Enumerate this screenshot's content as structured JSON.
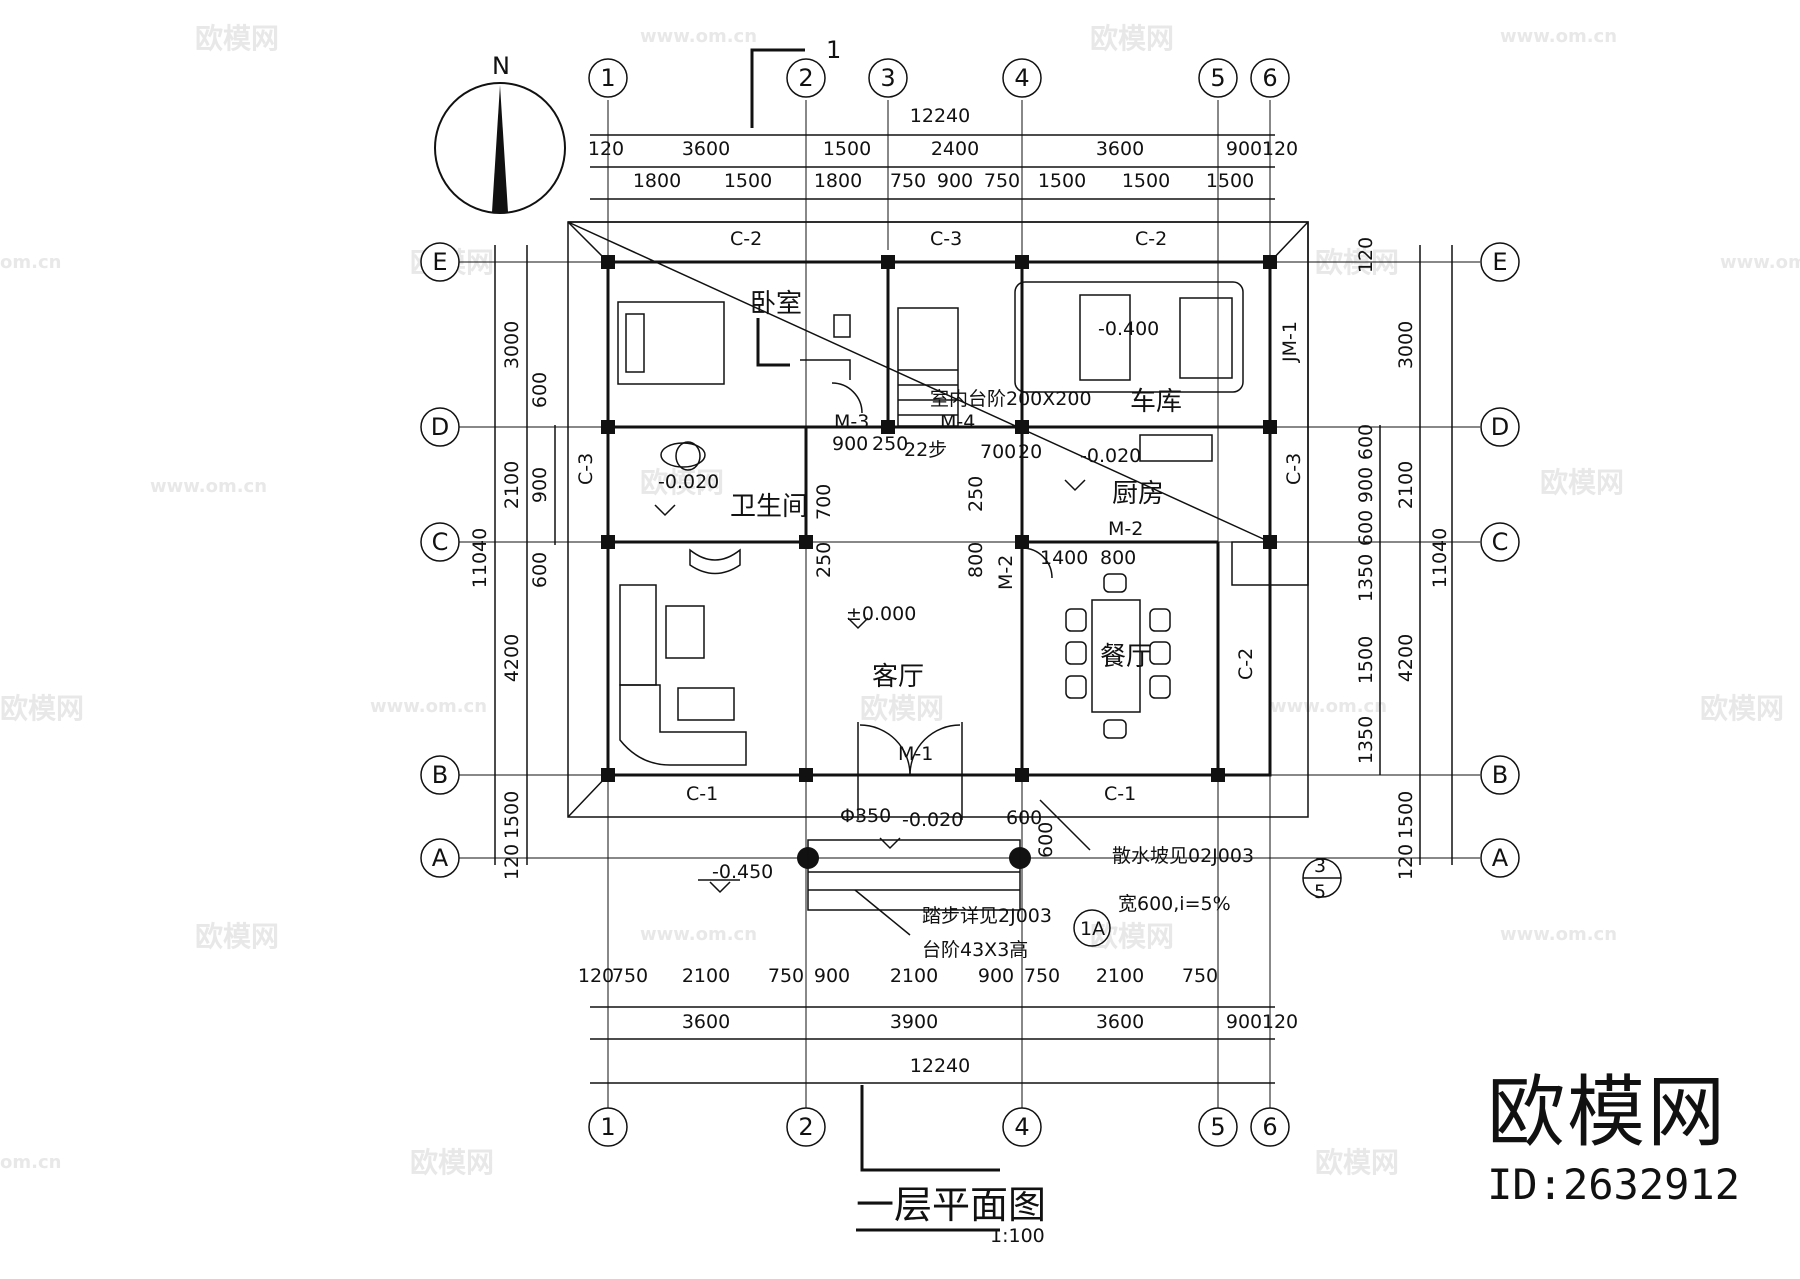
{
  "title": "一层平面图",
  "scale": "1:100",
  "north": "N",
  "section_mark_top": "1",
  "brand": {
    "logo_text": "欧模网",
    "id_text": "ID:2632912"
  },
  "watermark": {
    "text": "欧模网",
    "url": "www.om.cn",
    "url_short": "om.cn"
  },
  "axes": {
    "columns": [
      "1",
      "2",
      "3",
      "4",
      "5",
      "6"
    ],
    "rows": [
      "E",
      "D",
      "C",
      "B",
      "A"
    ]
  },
  "dimensions": {
    "top_total": "12240",
    "top_mid": [
      "120",
      "3600",
      "1500",
      "2400",
      "3600",
      "900",
      "120"
    ],
    "top_detail": [
      "1800",
      "1500",
      "1800",
      "750",
      "900",
      "750",
      "1500",
      "1500",
      "1500"
    ],
    "bottom_detail": [
      "120",
      "750",
      "2100",
      "750",
      "900",
      "2100",
      "900",
      "750",
      "2100",
      "750"
    ],
    "bottom_mid": [
      "3600",
      "3900",
      "3600",
      "900",
      "120"
    ],
    "bottom_total": "12240",
    "left_outer": [
      "3000",
      "2100",
      "4200",
      "1500",
      "120"
    ],
    "left_total": "11040",
    "left_inner": [
      "600",
      "900",
      "600"
    ],
    "right_outer": [
      "3000",
      "2100",
      "4200",
      "1500",
      "120"
    ],
    "right_total": "11040",
    "right_inner": [
      "120",
      "600",
      "900",
      "600",
      "1350",
      "1500",
      "1350"
    ]
  },
  "rooms": {
    "bedroom": "卧室",
    "garage": "车库",
    "bathroom": "卫生间",
    "kitchen": "厨房",
    "living": "客厅",
    "dining": "餐厅"
  },
  "windows": {
    "c1": "C-1",
    "c2": "C-2",
    "c3": "C-3"
  },
  "doors": {
    "m1": "M-1",
    "m2": "M-2",
    "m3": "M-3",
    "m4": "M-4",
    "jm1": "JM-1"
  },
  "levels": {
    "garage": "-0.400",
    "bath": "-0.020",
    "kitchen": "-0.020",
    "living": "±0.000",
    "porch": "-0.020",
    "outside": "-0.450"
  },
  "notes": {
    "stair_step": "室内台阶200X200",
    "stair_count": "22步",
    "column_dia": "Φ350",
    "steps_detail": "踏步详见2J003",
    "steps_size": "台阶43X3高",
    "apron": "散水坡见02J003",
    "apron_width": "宽600,i=5%",
    "detail_3": "3",
    "detail_5": "5",
    "detail_1a": "1A",
    "d900": "900",
    "d250": "250",
    "d700": "700",
    "d20": "20",
    "d250b": "250",
    "d700b": "700",
    "d250c": "250",
    "d1400": "1400",
    "d800": "800",
    "d800b": "800",
    "d600": "600",
    "d600b": "600"
  }
}
